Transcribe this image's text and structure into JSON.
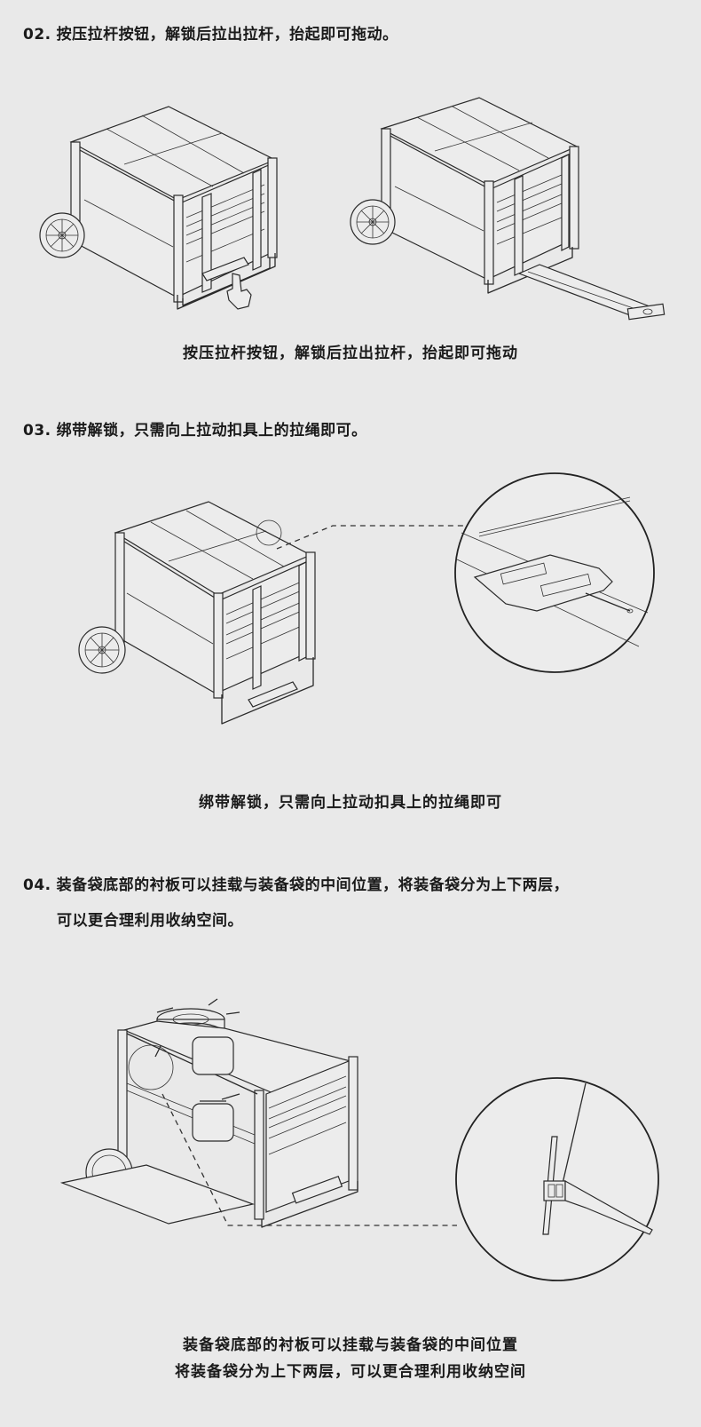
{
  "steps": [
    {
      "number": "02.",
      "title": "按压拉杆按钮，解锁后拉出拉杆，抬起即可拖动。",
      "caption": "按压拉杆按钮，解锁后拉出拉杆，抬起即可拖动",
      "figures": [
        "cart-press-handle-button",
        "cart-handle-extended"
      ]
    },
    {
      "number": "03.",
      "title": "绑带解锁，只需向上拉动扣具上的拉绳即可。",
      "caption": "绑带解锁，只需向上拉动扣具上的拉绳即可",
      "figures": [
        "cart-with-strap-buckle-highlight",
        "strap-buckle-detail-zoom"
      ]
    },
    {
      "number": "04.",
      "title": "装备袋底部的衬板可以挂载与装备袋的中间位置，将装备袋分为上下两层，",
      "title_line2": "可以更合理利用收纳空间。",
      "caption_line1": "装备袋底部的衬板可以挂载与装备袋的中间位置",
      "caption_line2": "将装备袋分为上下两层，可以更合理利用收纳空间",
      "figures": [
        "cart-open-with-stove-and-shelf",
        "liner-hook-detail-zoom"
      ]
    }
  ],
  "colors": {
    "background": "#e9e9e9",
    "text": "#1a1a1a",
    "line_art": "#2a2a2a"
  }
}
